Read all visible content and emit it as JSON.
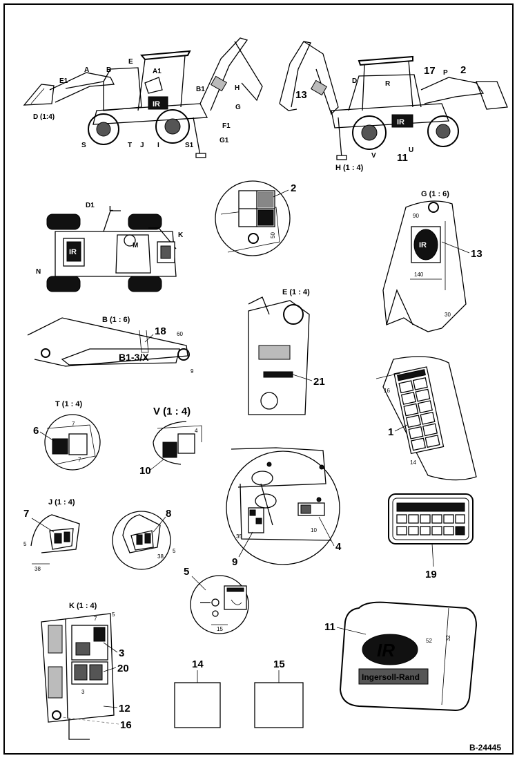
{
  "letters": {
    "D1_front": "D (1:4)",
    "E1": "E1",
    "A": "A",
    "B": "B",
    "E": "E",
    "A1": "A1",
    "B1": "B1",
    "H": "H",
    "G": "G",
    "F1": "F1",
    "S": "S",
    "T": "T",
    "J": "J",
    "I": "I",
    "S1": "S1",
    "G1": "G1",
    "D": "D",
    "R": "R",
    "P": "P",
    "U": "U",
    "V": "V",
    "H14": "H (1 : 4)",
    "D1": "D1",
    "L": "L",
    "K": "K",
    "N": "N",
    "M": "M"
  },
  "callouts": {
    "c1": "1",
    "c2_top": "2",
    "c2": "2",
    "c3": "3",
    "c4": "4",
    "c5": "5",
    "c6": "6",
    "c7": "7",
    "c8": "8",
    "c9": "9",
    "c10": "10",
    "c11_top": "11",
    "c11": "11",
    "c12": "12",
    "c13_top": "13",
    "c13": "13",
    "c14": "14",
    "c15": "15",
    "c16": "16",
    "c17": "17",
    "c18": "18",
    "c19": "19",
    "c20": "20",
    "c21": "21"
  },
  "views": {
    "G": "G (1 : 6)",
    "B": "B (1 : 6)",
    "E": "E (1 : 4)",
    "T": "T (1 : 4)",
    "V": "V (1 : 4)",
    "J": "J (1 : 4)",
    "K": "K (1 : 4)"
  },
  "dims": {
    "d50": "50",
    "d90": "90",
    "d140": "140",
    "d30": "30",
    "d60": "60",
    "d9": "9",
    "d16": "16",
    "d14": "14",
    "d7a": "7",
    "d7b": "7",
    "d5j": "5",
    "d38j": "38",
    "d38r": "38",
    "d5r": "5",
    "d35": "35",
    "d10": "10",
    "d15": "15",
    "d7k": "7",
    "d5k": "5",
    "d3k": "3",
    "d52": "52",
    "d32": "32",
    "d4v": "4"
  },
  "decal_text": {
    "boom_model": "B1-3/X",
    "ir_logo": "IR",
    "brand": "Ingersoll-Rand"
  },
  "reference": "B-24445"
}
